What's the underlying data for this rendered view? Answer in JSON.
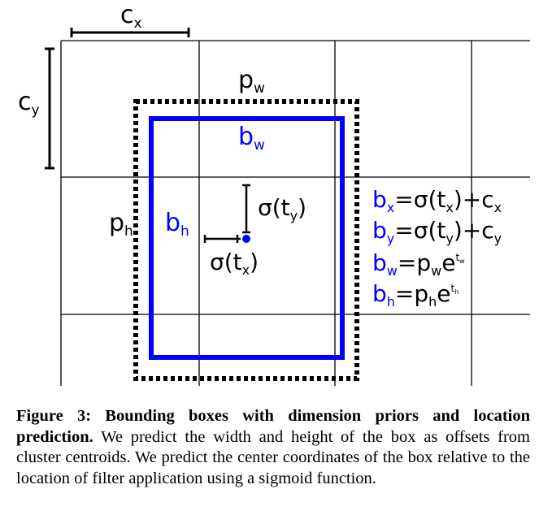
{
  "figure": {
    "labels": {
      "cx_base": "c",
      "cx_sub": "x",
      "cy_base": "c",
      "cy_sub": "y",
      "pw_base": "p",
      "pw_sub": "w",
      "ph_base": "p",
      "ph_sub": "h",
      "bw_base": "b",
      "bw_sub": "w",
      "bh_base": "b",
      "bh_sub": "h",
      "sigma_ty_main": "σ(t",
      "sigma_ty_sub": "y",
      "sigma_ty_close": ")",
      "sigma_tx_main": "σ(t",
      "sigma_tx_sub": "x",
      "sigma_tx_close": ")"
    },
    "equations": {
      "bx": {
        "lhs": "b",
        "lhs_sub": "x",
        "rhs1": "=σ(t",
        "rhs1_sub": "x",
        "rhs2": ")+c",
        "rhs2_sub": "x"
      },
      "by": {
        "lhs": "b",
        "lhs_sub": "y",
        "rhs1": "=σ(t",
        "rhs1_sub": "y",
        "rhs2": ")+c",
        "rhs2_sub": "y"
      },
      "bw": {
        "lhs": "b",
        "lhs_sub": "w",
        "rhs1": "=p",
        "rhs1_sub": "w",
        "rhs2": "e",
        "exp": "t",
        "exp_sub": "w"
      },
      "bh": {
        "lhs": "b",
        "lhs_sub": "h",
        "rhs1": "=p",
        "rhs1_sub": "h",
        "rhs2": "e",
        "exp": "t",
        "exp_sub": "h"
      }
    },
    "colors": {
      "predicted_box": "#0000ff",
      "prior_box": "#000000",
      "grid": "#000000"
    }
  },
  "caption": {
    "label": "Figure 3:",
    "title": "Bounding boxes with dimension priors and location prediction.",
    "body": "We predict the width and height of the box as offsets from cluster centroids.  We predict the center coordinates of the box relative to the location of filter application using a sigmoid function."
  }
}
